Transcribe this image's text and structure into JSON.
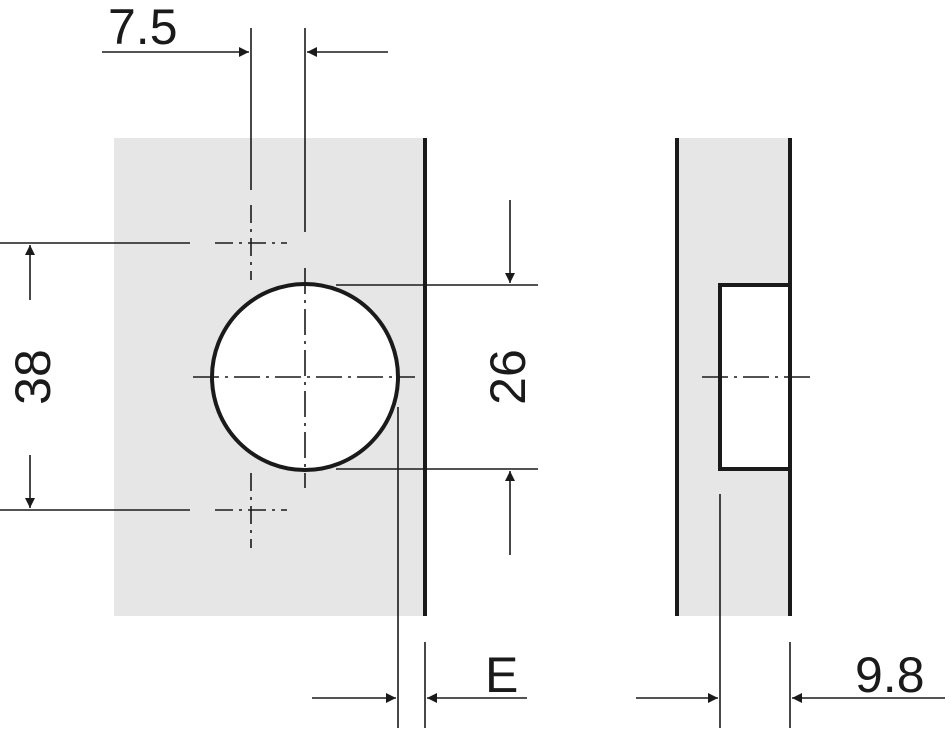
{
  "dimensions": {
    "hole_offset": "7.5",
    "screw_spacing": "38",
    "cup_diameter": "26",
    "edge_distance": "E",
    "drilling_depth": "9.8"
  },
  "colors": {
    "panel": "#e6e6e6",
    "line": "#1a1a1a",
    "background": "#ffffff"
  }
}
